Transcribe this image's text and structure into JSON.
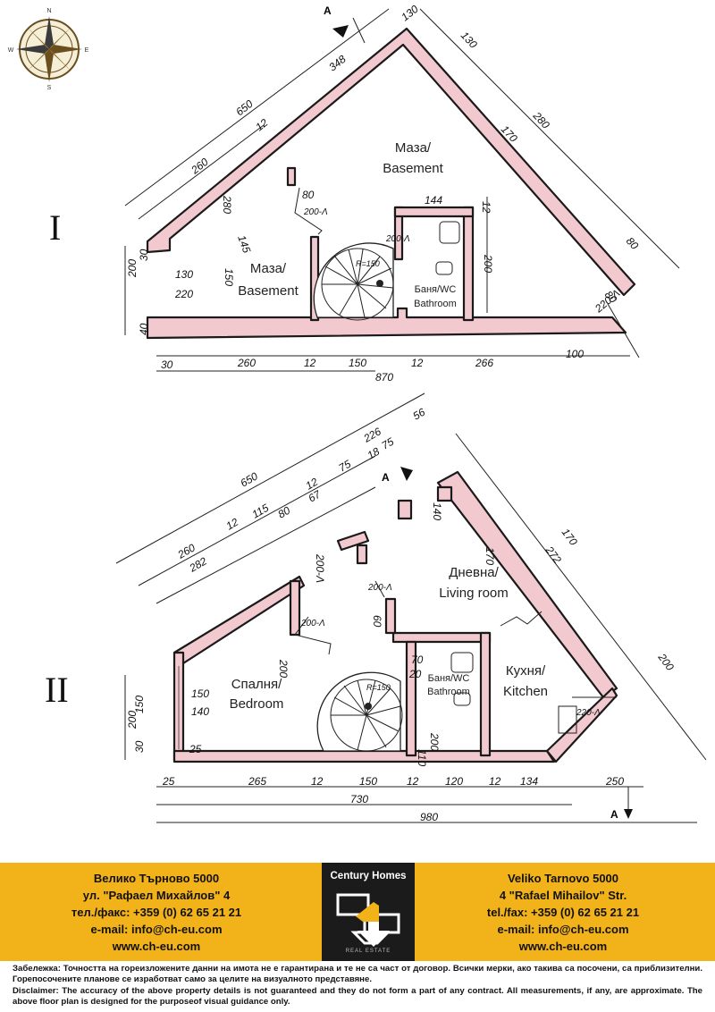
{
  "compass": {
    "n": "N",
    "e": "E",
    "s": "S",
    "w": "W"
  },
  "floor1": {
    "roman": "I",
    "section_marker": "A",
    "rooms": {
      "basement_top_bg": "Маза/",
      "basement_top_en": "Basement",
      "basement_left_bg": "Маза/",
      "basement_left_en": "Basement",
      "bath_bg": "Баня/WC",
      "bath_en": "Bathroom"
    },
    "dims": {
      "d650": "650",
      "d348": "348",
      "d130": "130",
      "d260": "260",
      "d12": "12",
      "d280": "280",
      "d80": "80",
      "d200a": "200-Λ",
      "d144": "144",
      "d12b": "12",
      "d200b": "200-Λ",
      "d200c": "200",
      "d130b": "130",
      "d220": "220",
      "d150": "150",
      "d200d": "200",
      "d30": "30",
      "d40": "40",
      "d30b": "30",
      "d260b": "260",
      "d12c": "12",
      "d150b": "150",
      "d12d": "12",
      "d266": "266",
      "d100": "100",
      "d870": "870",
      "d280b": "280",
      "d170": "170",
      "d80b": "80",
      "d80c": "80",
      "d220b": "220-Λ",
      "dR": "R=150",
      "d145": "145"
    }
  },
  "floor2": {
    "roman": "II",
    "section_marker_top": "A",
    "section_marker_bottom": "A",
    "rooms": {
      "living_bg": "Дневна/",
      "living_en": "Living room",
      "bedroom_bg": "Спалня/",
      "bedroom_en": "Bedroom",
      "kitchen_bg": "Кухня/",
      "kitchen_en": "Kitchen",
      "bath_bg": "Баня/WC",
      "bath_en": "Bathroom"
    },
    "dims": {
      "d650": "650",
      "d226": "226",
      "d56": "56",
      "d75": "75",
      "d260": "260",
      "d12": "12",
      "d115": "115",
      "d12b": "12",
      "d75b": "75",
      "d18": "18",
      "d282": "282",
      "d80": "80",
      "d67": "67",
      "d200a": "200-Λ",
      "d200b": "200-Λ",
      "d200c": "200-Λ",
      "d200d": "200",
      "d150": "150",
      "d30": "30",
      "d150b": "150",
      "d140": "140",
      "d265": "265",
      "d12c": "12",
      "d150c": "150",
      "d12d": "12",
      "d120": "120",
      "d12e": "12",
      "d134": "134",
      "d250": "250",
      "d730": "730",
      "d980": "980",
      "d170": "170",
      "d272": "272",
      "d170b": "170",
      "d200e": "200",
      "d110": "110",
      "d70": "70",
      "d20": "20",
      "dR": "R=150",
      "d220": "220-Λ",
      "d60": "60",
      "d25": "25",
      "d25b": "25"
    }
  },
  "footer": {
    "left": [
      "Велико Търново 5000",
      "ул. \"Рафаел Михайлов\" 4",
      "тел./факс: +359 (0) 62 65 21 21",
      "e-mail: info@ch-eu.com",
      "www.ch-eu.com"
    ],
    "right": [
      "Veliko Tarnovo 5000",
      "4 \"Rafael Mihailov\" Str.",
      "tel./fax: +359 (0) 62 65 21 21",
      "e-mail: info@ch-eu.com",
      "www.ch-eu.com"
    ],
    "logo_name": "Century Homes",
    "logo_sub": "REAL ESTATE"
  },
  "disclaimer": {
    "bg": "Забележка: Точността на гореизложените данни на имота не е гарантирана и те не са част от договор. Всички мерки, ако такива са посочени, са приблизителни. Горепосочените планове се изработват само за целите на визуалното представяне.",
    "en": "Disclaimer: The accuracy of the above property details is not guaranteed and they do not form a part of any contract. All measurements, if any, are approximate. The above floor plan is designed for the purposeof visual guidance only."
  },
  "colors": {
    "wall_fill": "#f2c9cf",
    "footer_bg": "#f2b21a",
    "logo_bg": "#1b1b1b",
    "logo_arrow": "#f2b21a"
  }
}
